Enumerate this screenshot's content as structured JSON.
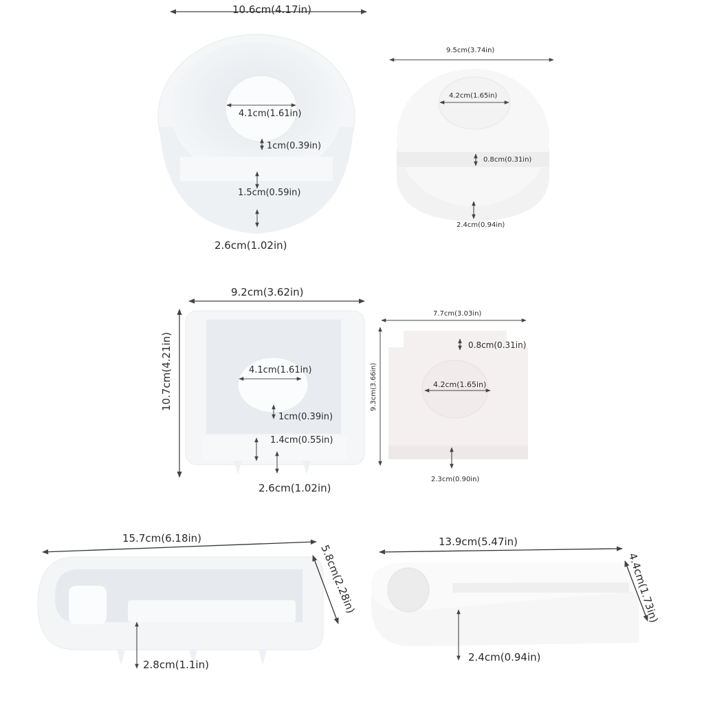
{
  "products": [
    {
      "id": "round-mold",
      "dims": {
        "width": "10.6cm(4.17in)",
        "inner_circle": "4.1cm(1.61in)",
        "step": "1cm(0.39in)",
        "slot": "1.5cm(0.59in)",
        "height": "2.6cm(1.02in)"
      }
    },
    {
      "id": "round-holder",
      "dims": {
        "width": "9.5cm(3.74in)",
        "cup": "4.2cm(1.65in)",
        "slot": "0.8cm(0.31in)",
        "height": "2.4cm(0.94in)"
      }
    },
    {
      "id": "square-mold",
      "dims": {
        "width": "9.2cm(3.62in)",
        "length": "10.7cm(4.21in)",
        "inner_circle": "4.1cm(1.61in)",
        "step": "1cm(0.39in)",
        "slot": "1.4cm(0.55in)",
        "height": "2.6cm(1.02in)"
      }
    },
    {
      "id": "square-holder",
      "dims": {
        "width": "7.7cm(3.03in)",
        "length": "9.3cm(3.66in)",
        "slot": "0.8cm(0.31in)",
        "cup": "4.2cm(1.65in)",
        "height": "2.3cm(0.90in)"
      }
    },
    {
      "id": "oblong-mold",
      "dims": {
        "length": "15.7cm(6.18in)",
        "width": "5.8cm(2.28in)",
        "height": "2.8cm(1.1in)"
      }
    },
    {
      "id": "oblong-holder",
      "dims": {
        "length": "13.9cm(5.47in)",
        "width": "4.4cm(1.73in)",
        "height": "2.4cm(0.94in)"
      }
    }
  ],
  "colors": {
    "background": "#ffffff",
    "silicone": "#f1f3f5",
    "silicone_shade": "#e2e6ea",
    "plaster": "#f7f7f7",
    "plaster_pink": "#f3eeee",
    "dimension_line": "#333333"
  }
}
